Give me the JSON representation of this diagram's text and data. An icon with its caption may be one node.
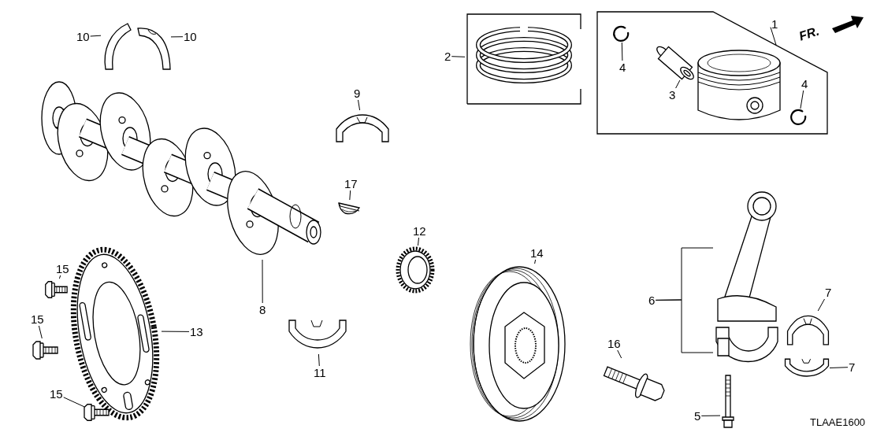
{
  "diagram": {
    "nodes": [
      {
        "text": [
          "10"
        ]
      },
      {
        "text": [],
        "shape": "picture"
      },
      {
        "text": [],
        "shape": "picture"
      },
      {
        "text": [
          "10"
        ]
      },
      {
        "text": [],
        "shape": "picture"
      },
      {
        "text": [
          "9"
        ]
      },
      {
        "text": [],
        "shape": "picture"
      },
      {
        "text": [
          "17"
        ]
      },
      {
        "text": [],
        "shape": "picture"
      },
      {
        "text": [
          "2"
        ]
      },
      {
        "text": [],
        "shape": "box"
      },
      {
        "text": [],
        "shape": "box"
      },
      {
        "text": [
          "1"
        ]
      },
      {
        "text": [
          "4"
        ],
        "in": 11
      },
      {
        "text": [],
        "shape": "picture",
        "in": 11
      },
      {
        "text": [],
        "shape": "picture",
        "in": 11
      },
      {
        "text": [
          "3"
        ],
        "in": 11
      },
      {
        "text": [],
        "shape": "picture",
        "in": 11
      },
      {
        "text": [],
        "shape": "picture",
        "in": 11
      },
      {
        "text": [
          "4"
        ],
        "in": 11
      },
      {
        "text": [
          "12"
        ]
      },
      {
        "text": [],
        "shape": "picture"
      },
      {
        "text": [
          "14"
        ]
      },
      {
        "text": [],
        "shape": "picture"
      },
      {
        "text": [
          "13"
        ]
      },
      {
        "text": [],
        "shape": "picture"
      },
      {
        "text": [
          "15"
        ]
      },
      {
        "text": [],
        "shape": "picture"
      },
      {
        "text": [
          "15"
        ]
      },
      {
        "text": [],
        "shape": "picture"
      },
      {
        "text": [
          "15"
        ]
      },
      {
        "text": [],
        "shape": "picture",
        "in": 25
      },
      {
        "text": [
          "8"
        ]
      },
      {
        "text": [
          "11"
        ]
      },
      {
        "text": [],
        "shape": "picture"
      },
      {
        "text": [
          "16"
        ]
      },
      {
        "text": [],
        "shape": "picture"
      },
      {
        "text": [
          "6"
        ]
      },
      {
        "text": [],
        "shape": "picture"
      },
      {
        "text": [],
        "shape": "picture"
      },
      {
        "text": [
          "5"
        ]
      },
      {
        "text": [],
        "shape": "picture"
      },
      {
        "text": [
          "7"
        ]
      },
      {
        "text": [],
        "shape": "picture"
      },
      {
        "text": [],
        "shape": "picture"
      },
      {
        "text": [
          "7"
        ]
      }
    ],
    "edges": [
      {
        "from": 0,
        "to": 1,
        "arrow": "none"
      },
      {
        "from": 3,
        "to": 2,
        "arrow": "none"
      },
      {
        "from": 5,
        "to": 6,
        "arrow": "none"
      },
      {
        "from": 7,
        "to": 8,
        "arrow": "none"
      },
      {
        "from": 9,
        "to": 10,
        "arrow": "none"
      },
      {
        "from": 12,
        "to": 11,
        "arrow": "none"
      },
      {
        "from": 13,
        "to": 14,
        "arrow": "none"
      },
      {
        "from": 16,
        "to": 15,
        "arrow": "none"
      },
      {
        "from": 19,
        "to": 18,
        "arrow": "none"
      },
      {
        "from": 20,
        "to": 21,
        "arrow": "none"
      },
      {
        "from": 22,
        "to": 23,
        "arrow": "none"
      },
      {
        "from": 24,
        "to": 25,
        "arrow": "none"
      },
      {
        "from": 26,
        "to": 27,
        "arrow": "none"
      },
      {
        "from": 28,
        "to": 29,
        "arrow": "none"
      },
      {
        "from": 30,
        "to": 31,
        "arrow": "none"
      },
      {
        "from": 32,
        "to": 4,
        "arrow": "none"
      },
      {
        "from": 33,
        "to": 34,
        "arrow": "none"
      },
      {
        "from": 35,
        "to": 36,
        "arrow": "none"
      },
      {
        "from": 37,
        "to": 38,
        "arrow": "none"
      },
      {
        "from": 37,
        "to": 39,
        "arrow": "none"
      },
      {
        "from": 40,
        "to": 41,
        "arrow": "none"
      },
      {
        "from": 42,
        "to": 43,
        "arrow": "none"
      },
      {
        "from": 45,
        "to": 44,
        "arrow": "none"
      }
    ],
    "labels": [
      "FR.",
      "TLAAE1600"
    ]
  }
}
